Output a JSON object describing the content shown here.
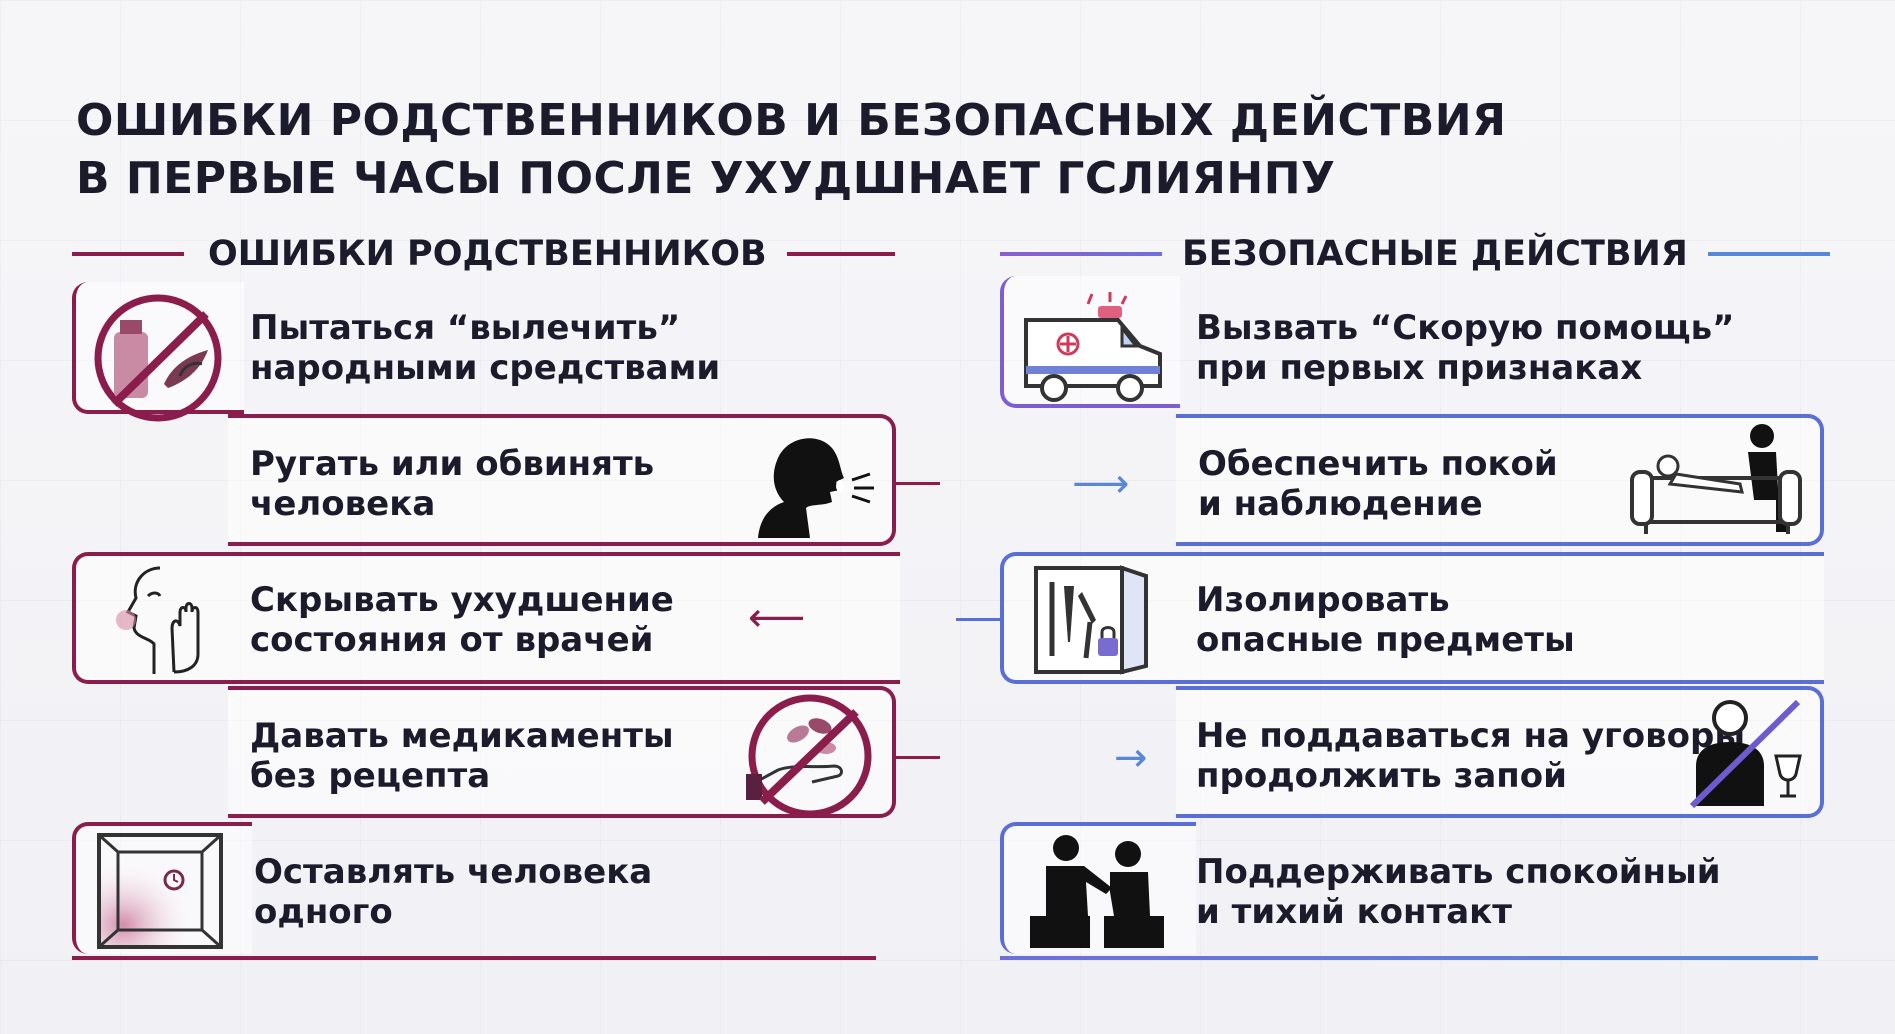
{
  "title": {
    "line1": "ОШИБКИ РОДСТВЕННИКОВ И БЕЗОПАСНЫХ ДЕЙСТВИЯ",
    "line2": "В ПЕРВЫЕ ЧАСЫ ПОСЛЕ УХУДШНАЕТ ГСЛИЯНПУ"
  },
  "left": {
    "heading": "ОШИБКИ РОДСТВЕННИКОВ",
    "items": [
      {
        "line1": "Пытаться “вылечить”",
        "line2": "народными средствами",
        "icon": "no-folk-remedies-icon"
      },
      {
        "line1": "Ругать или обвинять",
        "line2": "человека",
        "icon": "shouting-person-icon"
      },
      {
        "line1": "Скрывать ухудшение",
        "line2": "состояния от врачей",
        "icon": "hiding-face-icon"
      },
      {
        "line1": "Давать медикаменты",
        "line2": "без рецепта",
        "icon": "no-pills-icon"
      },
      {
        "line1": "Оставлять человека",
        "line2": "одного",
        "icon": "empty-room-icon"
      }
    ]
  },
  "right": {
    "heading": "БЕЗОПАСНЫЕ ДЕЙСТВИЯ",
    "items": [
      {
        "line1": "Вызвать “Скорую помощь”",
        "line2": "при первых признаках",
        "icon": "ambulance-icon"
      },
      {
        "line1": "Обеспечить покой",
        "line2": "и наблюдение",
        "icon": "rest-on-sofa-icon"
      },
      {
        "line1": "Изолировать",
        "line2": "опасные предметы",
        "icon": "locked-cabinet-icon"
      },
      {
        "line1": "Не поддаваться на уговоры",
        "line2": "продолжить запой",
        "icon": "no-alcohol-icon"
      },
      {
        "line1": "Поддерживать спокойный",
        "line2": "и тихий контакт",
        "icon": "two-people-talking-icon"
      }
    ]
  },
  "colors": {
    "left_accent": "#8b1d4c",
    "right_accent": "#5a6fd6",
    "text": "#1b1b2b"
  }
}
